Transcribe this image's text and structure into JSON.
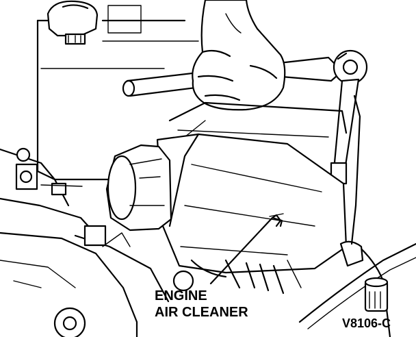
{
  "callout": {
    "line1": "ENGINE",
    "line2": "AIR CLEANER"
  },
  "figure_id": "V8106-C",
  "colors": {
    "ink": "#000000",
    "paper": "#ffffff"
  }
}
